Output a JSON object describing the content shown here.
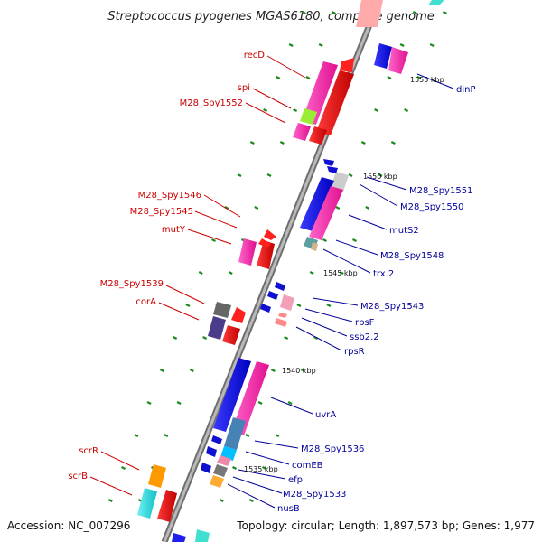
{
  "title": "Streptococcus pyogenes MGAS6180, complete genome",
  "accession": "Accession: NC_007296",
  "summary": "Topology: circular; Length: 1,897,573 bp; Genes: 1,977",
  "colors": {
    "label_left": "#cc0000",
    "label_right": "#000099",
    "backbone": "#8a8a8a",
    "tick": "#1a8a1a"
  },
  "kbp_labels": [
    "1555 kbp",
    "1550 kbp",
    "1545 kbp",
    "1540 kbp",
    "1535 kbp"
  ],
  "left_labels": [
    "recD",
    "spi",
    "M28_Spy1552",
    "M28_Spy1546",
    "M28_Spy1545",
    "mutY",
    "M28_Spy1539",
    "corA",
    "scrR",
    "scrB"
  ],
  "right_labels": [
    "dinP",
    "M28_Spy1551",
    "M28_Spy1550",
    "mutS2",
    "M28_Spy1548",
    "trx.2",
    "M28_Spy1543",
    "rpsF",
    "ssb2.2",
    "rpsR",
    "uvrA",
    "M28_Spy1536",
    "comEB",
    "efp",
    "M28_Spy1533",
    "nusB"
  ]
}
